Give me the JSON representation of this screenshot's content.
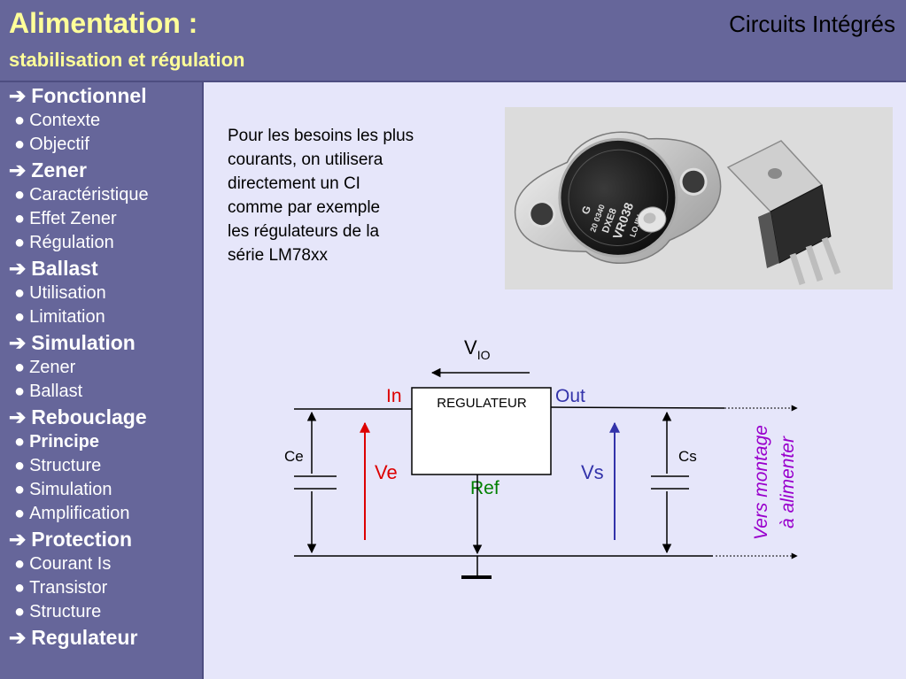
{
  "header": {
    "title": "Alimentation :",
    "subtitle": "stabilisation et régulation",
    "section": "Circuits Intégrés"
  },
  "sidebar": {
    "arrow_glyph": "➔",
    "bullet_glyph": "●",
    "items": [
      {
        "label": "Fonctionnel",
        "level": "main"
      },
      {
        "label": "Contexte",
        "level": "sub"
      },
      {
        "label": "Objectif",
        "level": "sub"
      },
      {
        "label": "Zener",
        "level": "main"
      },
      {
        "label": "Caractéristique",
        "level": "sub"
      },
      {
        "label": "Effet Zener",
        "level": "sub"
      },
      {
        "label": "Régulation",
        "level": "sub"
      },
      {
        "label": "Ballast",
        "level": "main"
      },
      {
        "label": "Utilisation",
        "level": "sub"
      },
      {
        "label": "Limitation",
        "level": "sub"
      },
      {
        "label": "Simulation",
        "level": "main"
      },
      {
        "label": "Zener",
        "level": "sub"
      },
      {
        "label": "Ballast",
        "level": "sub"
      },
      {
        "label": "Rebouclage",
        "level": "main"
      },
      {
        "label": "Principe",
        "level": "sub",
        "current": true
      },
      {
        "label": "Structure",
        "level": "sub"
      },
      {
        "label": "Simulation",
        "level": "sub"
      },
      {
        "label": "Amplification",
        "level": "sub"
      },
      {
        "label": "Protection",
        "level": "main"
      },
      {
        "label": "Courant Is",
        "level": "sub"
      },
      {
        "label": "Transistor",
        "level": "sub"
      },
      {
        "label": "Structure",
        "level": "sub"
      },
      {
        "label": "Regulateur",
        "level": "main"
      }
    ]
  },
  "content": {
    "intro_lines": [
      "Pour les besoins les plus",
      "courants, on utilisera",
      "directement un CI",
      "comme par exemple",
      "les régulateurs de la",
      "série LM78xx"
    ],
    "photo": {
      "markings": [
        "G",
        "20 0340",
        "DXE8",
        "VR038",
        "LO.IIV."
      ]
    }
  },
  "diagram": {
    "vio_main": "V",
    "vio_sub": "IO",
    "block_label": "REGULATEUR",
    "in_label": "In",
    "out_label": "Out",
    "ref_label": "Ref",
    "ce_label": "Ce",
    "cs_label": "Cs",
    "ve_label": "Ve",
    "vs_label": "Vs",
    "load_line1": "Vers montage",
    "load_line2": "à alimenter"
  },
  "colors": {
    "header_bg": "#66669a",
    "title_text": "#ffff99",
    "content_bg": "#e6e6fa",
    "in_red": "#dd0000",
    "out_blue": "#3333aa",
    "ref_green": "#008000",
    "load_purple": "#9900cc"
  }
}
